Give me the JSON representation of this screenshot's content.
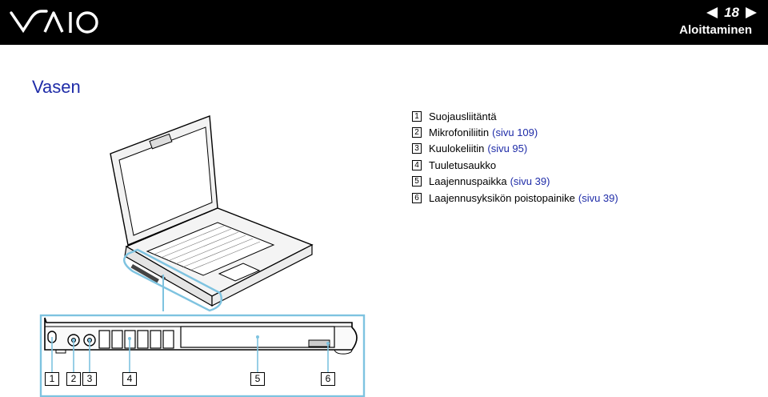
{
  "header": {
    "page_number": "18",
    "section": "Aloittaminen",
    "brand": "VAIO"
  },
  "page": {
    "title": "Vasen"
  },
  "legend": [
    {
      "key": "1",
      "label": "Suojausliitäntä",
      "ref": ""
    },
    {
      "key": "2",
      "label": "Mikrofoniliitin",
      "ref": "(sivu 109)"
    },
    {
      "key": "3",
      "label": "Kuulokeliitin",
      "ref": "(sivu 95)"
    },
    {
      "key": "4",
      "label": "Tuuletusaukko",
      "ref": ""
    },
    {
      "key": "5",
      "label": "Laajennuspaikka",
      "ref": "(sivu 39)"
    },
    {
      "key": "6",
      "label": "Laajennusyksikön poistopainike",
      "ref": "(sivu 39)"
    }
  ],
  "callouts": [
    "1",
    "2",
    "3",
    "4",
    "5",
    "6"
  ],
  "colors": {
    "header_bg": "#000000",
    "title": "#1f2ca8",
    "link": "#1f2ca8",
    "highlight": "#7ec3e0"
  }
}
